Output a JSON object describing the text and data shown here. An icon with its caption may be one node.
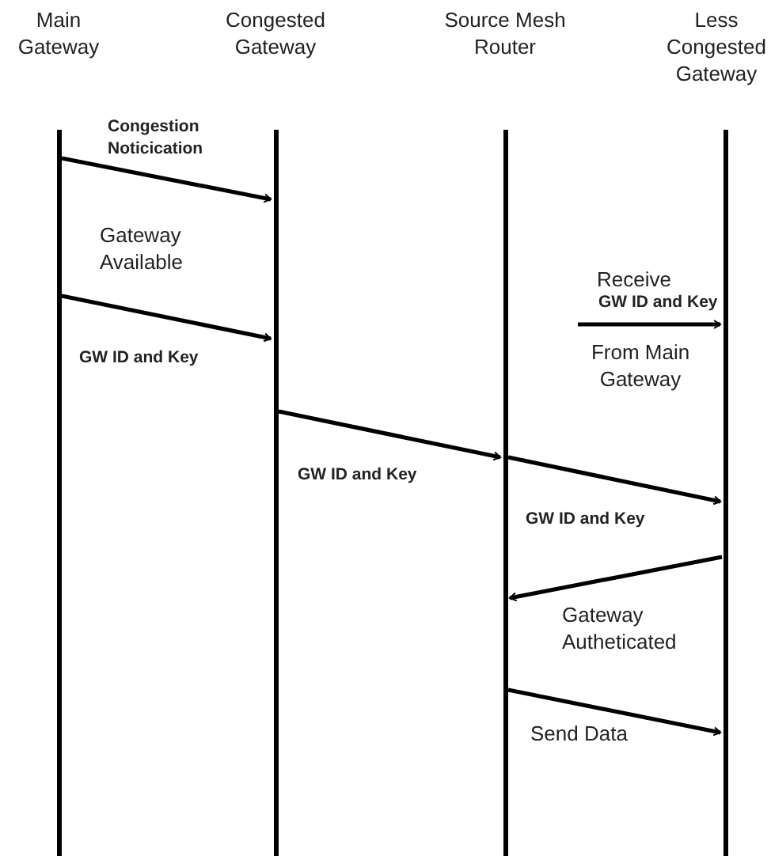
{
  "diagram": {
    "nodes": [
      {
        "text": [
          "Main Gateway"
        ]
      },
      {
        "text": [
          "Congested Gateway"
        ]
      },
      {
        "text": [
          "Source Mesh Router"
        ]
      },
      {
        "text": [
          "Less Congested Gateway"
        ]
      }
    ],
    "edges": [
      {
        "from": 0,
        "to": 1,
        "arrow": "to",
        "label": "Congestion Noticication"
      },
      {
        "from": 0,
        "to": 1,
        "arrow": "to",
        "label": "GW ID and Key"
      },
      {
        "from": 1,
        "to": 2,
        "arrow": "to",
        "label": "GW ID and Key"
      },
      {
        "from": null,
        "to": 3,
        "arrow": "to",
        "label": "GW ID and Key"
      },
      {
        "from": 2,
        "to": 3,
        "arrow": "to",
        "label": "GW ID and Key"
      },
      {
        "from": 3,
        "to": 2,
        "arrow": "to",
        "label": "Gateway Autheticated"
      },
      {
        "from": 2,
        "to": 3,
        "arrow": "to",
        "label": "Send Data"
      }
    ],
    "labels": [
      "Gateway Available",
      "Receive",
      "From Main Gateway"
    ]
  }
}
